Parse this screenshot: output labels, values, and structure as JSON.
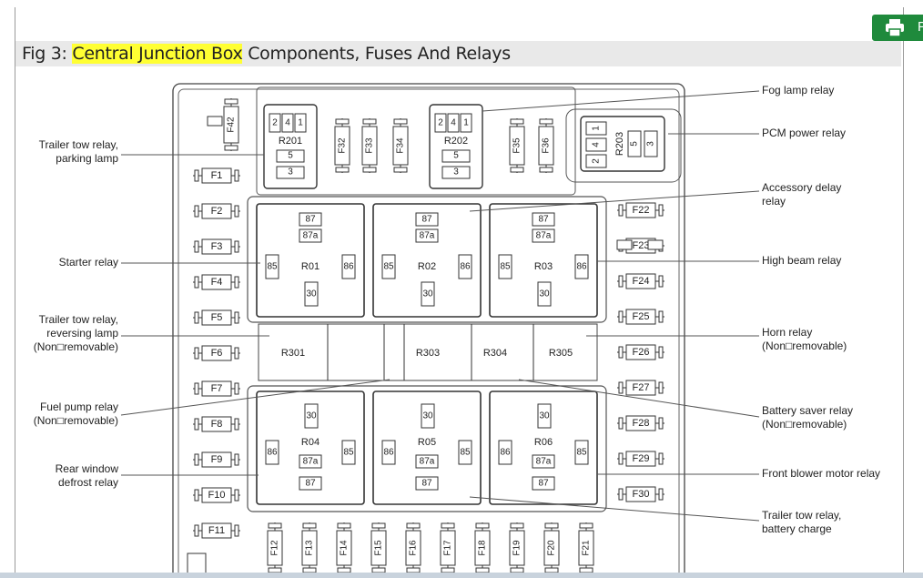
{
  "header": {
    "title_prefix": "Fig 3: ",
    "title_highlight": "Central Junction Box",
    "title_suffix": " Components, Fuses And Relays"
  },
  "toolbar": {
    "print_label": "P",
    "print_icon": "printer-icon",
    "accent": "#1f8a3c"
  },
  "callouts_left": [
    {
      "lines": [
        "Trailer tow relay,",
        "parking lamp"
      ]
    },
    {
      "lines": [
        "Starter relay"
      ]
    },
    {
      "lines": [
        "Trailer tow relay,",
        "reversing lamp",
        "(Non□removable)"
      ]
    },
    {
      "lines": [
        "Fuel pump relay",
        "(Non□removable)"
      ]
    },
    {
      "lines": [
        "Rear window",
        "defrost relay"
      ]
    }
  ],
  "callouts_right": [
    {
      "lines": [
        "Fog lamp relay"
      ]
    },
    {
      "lines": [
        "PCM power relay"
      ]
    },
    {
      "lines": [
        "Accessory delay",
        "relay"
      ]
    },
    {
      "lines": [
        "High beam relay"
      ]
    },
    {
      "lines": [
        "Horn relay",
        "(Non□removable)"
      ]
    },
    {
      "lines": [
        "Battery saver relay",
        "(Non□removable)"
      ]
    },
    {
      "lines": [
        "Front blower motor relay"
      ]
    },
    {
      "lines": [
        "Trailer tow relay,",
        "battery charge"
      ]
    }
  ],
  "fuses_left": [
    "F1",
    "F2",
    "F3",
    "F4",
    "F5",
    "F6",
    "F7",
    "F8",
    "F9",
    "F10",
    "F11"
  ],
  "fuses_right": [
    "F22",
    "F23",
    "F24",
    "F25",
    "F26",
    "F27",
    "F28",
    "F29",
    "F30"
  ],
  "fuses_bottom": [
    "F12",
    "F13",
    "F14",
    "F15",
    "F16",
    "F17",
    "F18",
    "F19",
    "F20",
    "F21"
  ],
  "fuses_top": [
    "F32",
    "F33",
    "F34",
    "F35",
    "F36"
  ],
  "fuse_top_single": "F42",
  "mini_relays": [
    {
      "name": "R201",
      "pins": [
        "2",
        "4",
        "1",
        "5",
        "3"
      ]
    },
    {
      "name": "R202",
      "pins": [
        "2",
        "4",
        "1",
        "5",
        "3"
      ]
    },
    {
      "name": "R203",
      "pins": [
        "1",
        "4",
        "2",
        "5",
        "3"
      ]
    }
  ],
  "upper_relays": [
    {
      "name": "R01",
      "pins": [
        "87",
        "87a",
        "85",
        "86",
        "30"
      ]
    },
    {
      "name": "R02",
      "pins": [
        "87",
        "87a",
        "85",
        "86",
        "30"
      ]
    },
    {
      "name": "R03",
      "pins": [
        "87",
        "87a",
        "85",
        "86",
        "30"
      ]
    }
  ],
  "middle_relays": [
    "R301",
    "R303",
    "R304",
    "R305"
  ],
  "lower_relays": [
    {
      "name": "R04",
      "pins": [
        "30",
        "86",
        "85",
        "87a",
        "87"
      ]
    },
    {
      "name": "R05",
      "pins": [
        "30",
        "86",
        "85",
        "87a",
        "87"
      ]
    },
    {
      "name": "R06",
      "pins": [
        "30",
        "86",
        "85",
        "87a",
        "87"
      ]
    }
  ]
}
